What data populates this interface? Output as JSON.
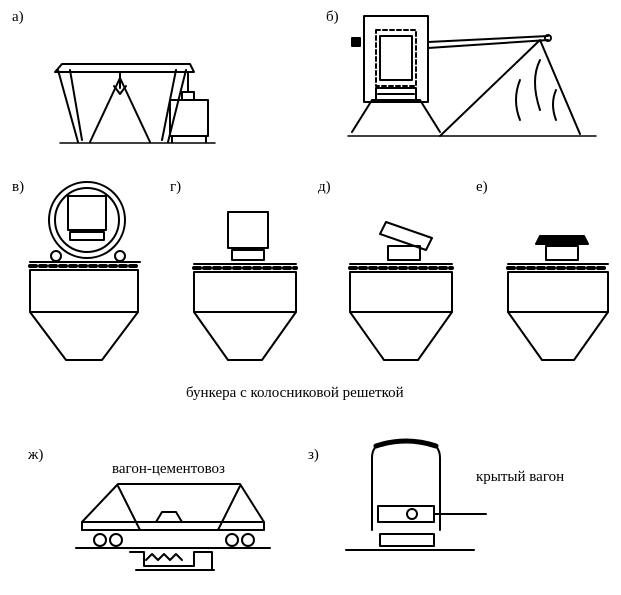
{
  "panels": {
    "a": "а)",
    "b": "б)",
    "v": "в)",
    "g": "г)",
    "d": "д)",
    "e": "е)",
    "zh": "ж)",
    "z": "з)"
  },
  "captions": {
    "bunkers": "бункера с колосниковой решеткой",
    "cement_wagon": "вагон-цементовоз",
    "covered_wagon": "крытый вагон"
  },
  "colors": {
    "ink": "#000000",
    "paper": "#ffffff"
  }
}
